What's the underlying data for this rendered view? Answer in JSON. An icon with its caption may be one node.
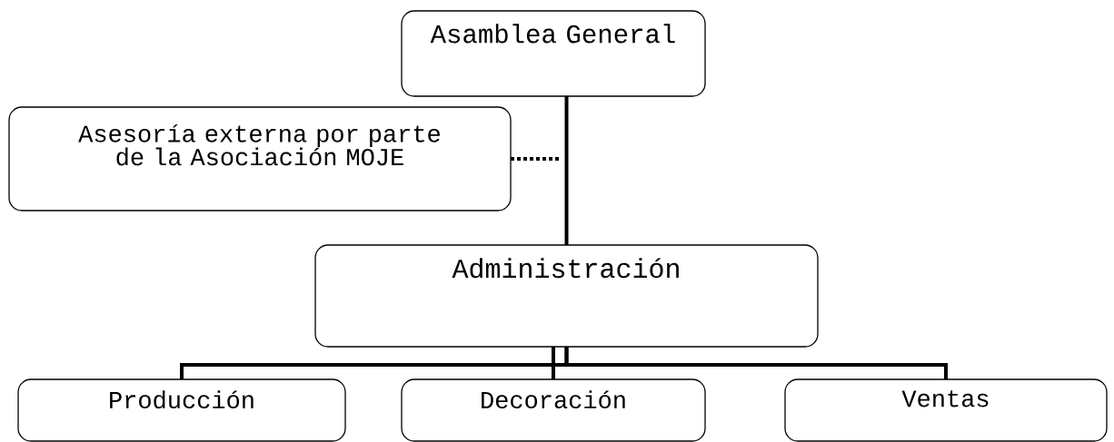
{
  "diagram": {
    "nodes": [
      {
        "text": [
          "Asamblea General"
        ]
      },
      {
        "text": [
          "Asesoría externa por parte de la Asociación MOJE"
        ]
      },
      {
        "text": [
          "Administración"
        ]
      },
      {
        "text": [
          "Producción"
        ]
      },
      {
        "text": [
          "Decoración"
        ]
      },
      {
        "text": [
          "Ventas"
        ]
      }
    ],
    "edges": [
      {
        "from": 0,
        "to": 2,
        "arrow": "none"
      },
      {
        "from": 1,
        "to": null,
        "arrow": "none",
        "style": "dashed"
      },
      {
        "from": 2,
        "to": 3,
        "arrow": "none"
      },
      {
        "from": 2,
        "to": 4,
        "arrow": "none"
      },
      {
        "from": 2,
        "to": 5,
        "arrow": "none"
      }
    ]
  }
}
